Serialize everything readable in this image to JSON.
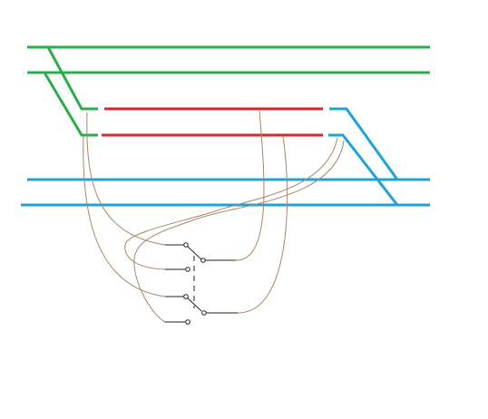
{
  "colors": {
    "background": "#ffffff",
    "green_rails": "#2aae4c",
    "red_rails": "#d7262c",
    "blue_rails": "#1ea3d6",
    "wires": "#a9866a",
    "switch": "#222222"
  },
  "diagram": {
    "description_visible_text": "",
    "components": [
      "green-track-pair",
      "red-isolated-section",
      "blue-track-pair",
      "dpdt-switch",
      "feeder-wires"
    ]
  }
}
